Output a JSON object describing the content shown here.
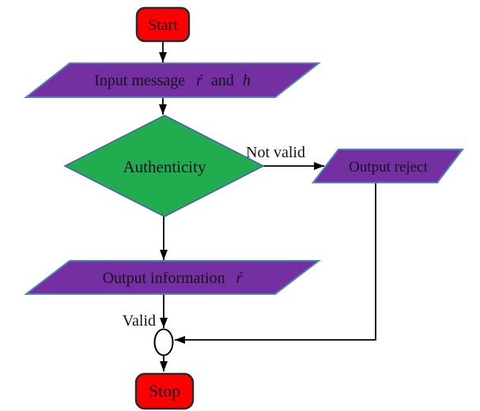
{
  "colors": {
    "background": "#ffffff",
    "terminator_fill": "#fe0000",
    "terminator_border": "#2a2a2a",
    "io_fill": "#7430a0",
    "io_border": "#4f81bd",
    "decision_fill": "#21ad4f",
    "decision_border": "#4b5fae",
    "connector_fill": "#ffffff",
    "line": "#000000",
    "text": "#14101f"
  },
  "nodes": {
    "start": {
      "label": "Start"
    },
    "input_message": {
      "prefix": "Input message",
      "var1": "ŕ",
      "conj": "and",
      "var2": "h"
    },
    "authenticity": {
      "label": "Authenticity"
    },
    "output_reject": {
      "label": "Output reject"
    },
    "output_information": {
      "prefix": "Output information",
      "var1": "ŕ"
    },
    "stop": {
      "label": "Stop"
    }
  },
  "edge_labels": {
    "not_valid": "Not valid",
    "valid": "Valid"
  }
}
